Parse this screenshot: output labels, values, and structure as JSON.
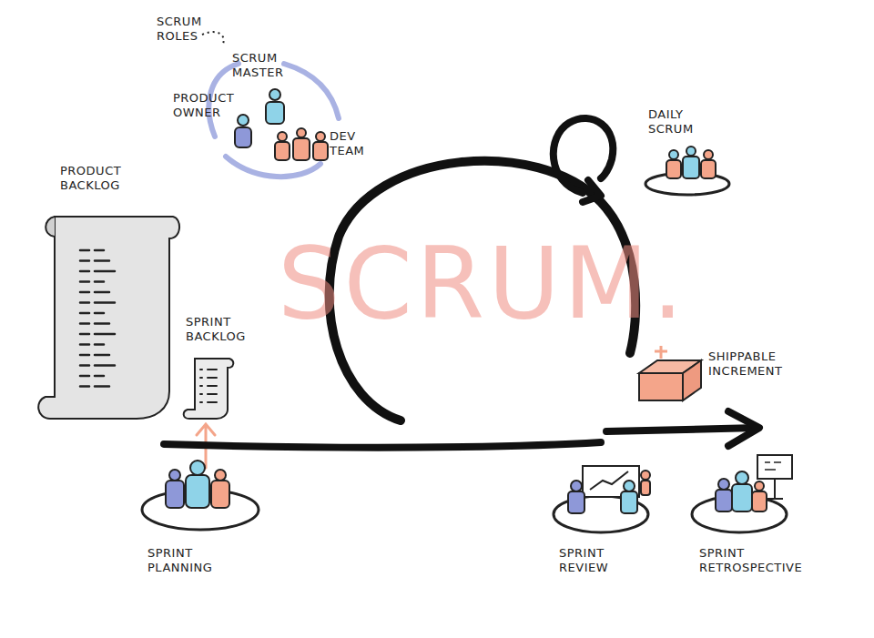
{
  "diagram": {
    "labels": [
      "SCRUM ROLES",
      "SCRUM MASTER",
      "PRODUCT OWNER",
      "DEV TEAM",
      "PRODUCT BACKLOG",
      "DAILY SCRUM",
      "SCRUM.",
      "SPRINT BACKLOG",
      "SHIPPABLE INCREMENT",
      "SPRINT PLANNING",
      "SPRINT REVIEW",
      "SPRINT RETROSPECTIVE"
    ]
  }
}
